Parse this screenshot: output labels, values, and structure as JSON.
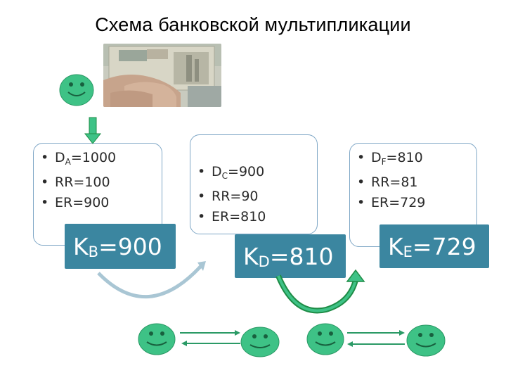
{
  "title": "Схема банковской мультипликации",
  "banks": [
    {
      "rows": [
        {
          "bullet": "•",
          "main": "D",
          "sub": "A",
          "rest": "=1000"
        },
        {
          "bullet": "•",
          "main": "RR=100",
          "sub": "",
          "rest": ""
        },
        {
          "bullet": "•",
          "main": "ER=900",
          "sub": "",
          "rest": ""
        }
      ],
      "credit": {
        "main": "K",
        "sub": "B",
        "rest": "=900"
      }
    },
    {
      "rows": [
        {
          "bullet": "•",
          "main": "D",
          "sub": "C",
          "rest": "=900"
        },
        {
          "bullet": "•",
          "main": "RR=90",
          "sub": "",
          "rest": ""
        },
        {
          "bullet": "•",
          "main": "ER=810",
          "sub": "",
          "rest": ""
        }
      ],
      "credit": {
        "main": "K",
        "sub": "D",
        "rest": "=810"
      }
    },
    {
      "rows": [
        {
          "bullet": "•",
          "main": "D",
          "sub": "F",
          "rest": "=810"
        },
        {
          "bullet": "•",
          "main": "RR=81",
          "sub": "",
          "rest": ""
        },
        {
          "bullet": "•",
          "main": "ER=729",
          "sub": "",
          "rest": ""
        }
      ],
      "credit": {
        "main": "K",
        "sub": "E",
        "rest": "=729"
      }
    }
  ],
  "colors": {
    "face": "#3ec286",
    "face_stroke": "#2b9a66",
    "box_border": "#7fa7c6",
    "credit_box": "#3b86a0",
    "arrow_green": "#1e8c46",
    "arrow_grey": "#a9c6d4"
  },
  "icons": {
    "face": "smiley-face-icon",
    "photo": "banknote-photo"
  }
}
